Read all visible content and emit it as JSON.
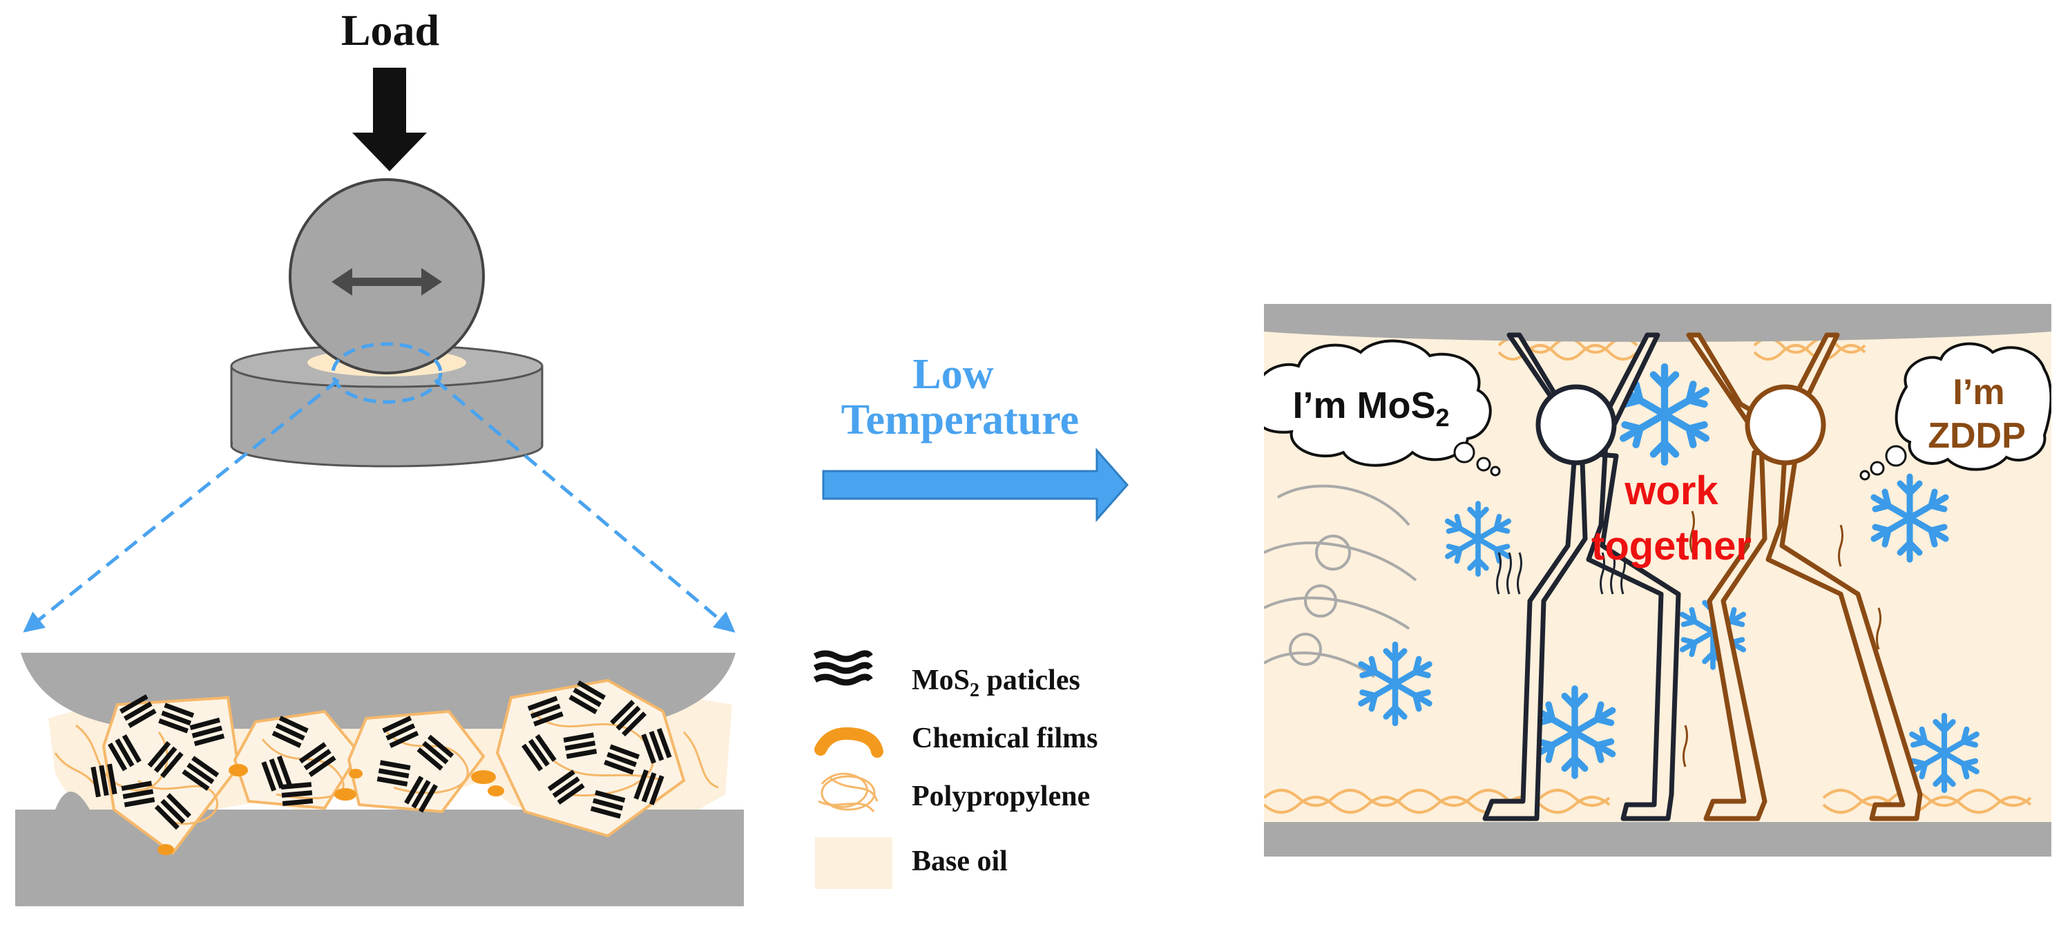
{
  "load_label": "Load",
  "condition": {
    "line1": "Low",
    "line2": "Temperature"
  },
  "legend": {
    "items": [
      {
        "label_main": "MoS",
        "label_sub": "2",
        "label_rest": " paticles",
        "icon": "mos2-particle-icon"
      },
      {
        "label": "Chemical films",
        "icon": "chemical-film-icon"
      },
      {
        "label": "Polypropylene",
        "icon": "polypropylene-icon"
      },
      {
        "label": "Base oil",
        "icon": "base-oil-swatch"
      }
    ]
  },
  "thought_mos2": {
    "main": "I’m MoS",
    "sub": "2"
  },
  "thought_zddp": {
    "line1": "I’m",
    "line2": "ZDDP"
  },
  "center_text": {
    "line1": "work",
    "line2": "together"
  },
  "colors": {
    "steel": "#a9a9a9",
    "steel_dark": "#8f8f8f",
    "base_oil": "#fdf0dc",
    "polypropylene": "#f5b86a",
    "chemical_film": "#f39a1e",
    "arrow_blue": "#4aa3ef",
    "condition_text": "#4aa3ef",
    "snowflake": "#3b9be8",
    "mos2_figure": "#1f2430",
    "zddp_figure": "#8a4a14",
    "zddp_text": "#8a4a14",
    "highlight_text": "#ee1111"
  }
}
